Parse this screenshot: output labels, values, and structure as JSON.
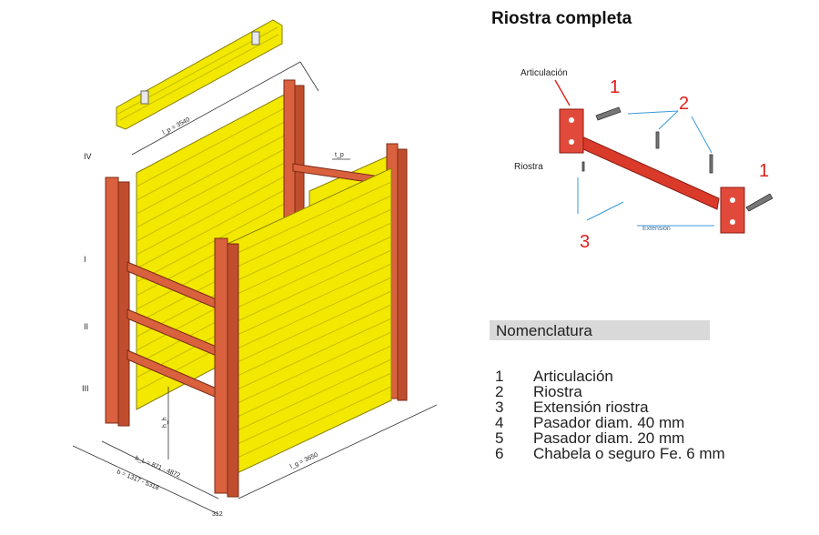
{
  "title": "Riostra completa",
  "riostra_labels": {
    "articulacion": "Articulación",
    "riostra": "Riostra",
    "extension": "Extensión",
    "n1a": "1",
    "n1b": "1",
    "n2": "2",
    "n3": "3"
  },
  "drawing_labels": {
    "roman_iv": "IV",
    "roman_i": "I",
    "roman_ii": "II",
    "roman_iii": "III",
    "dim_lp": "l_p = 3540",
    "dim_tp": "t_p",
    "dim_ht": "h_h",
    "dim_b1": "b_L = 871 - 4872",
    "dim_b2": "b = 1317 - 5318",
    "dim_312": "312",
    "dim_lg": "l_g = 3650"
  },
  "nomenclatura": {
    "title": "Nomenclatura",
    "items": [
      {
        "num": "1",
        "text": "Articulación"
      },
      {
        "num": "2",
        "text": "Riostra"
      },
      {
        "num": "3",
        "text": "Extensión riostra"
      },
      {
        "num": "4",
        "text": "Pasador diam. 40 mm"
      },
      {
        "num": "5",
        "text": "Pasador diam. 20 mm"
      },
      {
        "num": "6",
        "text": "Chabela o seguro Fe. 6 mm"
      }
    ]
  },
  "colors": {
    "panel_yellow": "#f2e800",
    "post_red": "#d9613e",
    "callout_red": "#e0201b",
    "arrow_blue": "#3a9ad9"
  }
}
